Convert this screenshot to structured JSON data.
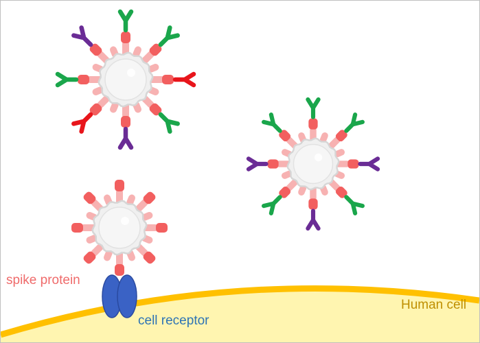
{
  "labels": {
    "spike_protein": "spike protein",
    "cell_receptor": "cell receptor",
    "human_cell": "Human cell"
  },
  "colors": {
    "spike_label": "#ef6b6b",
    "receptor_label": "#2e74b5",
    "human_cell_label": "#bf8f00",
    "cell_fill": "#fff5b0",
    "cell_membrane": "#ffc000",
    "receptor": "#3a62c5",
    "receptor_outline": "#2a4aa0",
    "spike_outer": "#f25f5f",
    "spike_inner": "#f7b2b2",
    "virus_body": "#f0f0f0",
    "virus_outline": "#d6d6d6",
    "antibody_green": "#1aa64b",
    "antibody_purple": "#6a2c95",
    "antibody_red": "#e8151b"
  },
  "viruses": [
    {
      "name": "virus-top-left",
      "antibodies": [
        "green",
        "green",
        "red",
        "green",
        "purple",
        "red",
        "green",
        "purple"
      ]
    },
    {
      "name": "virus-right",
      "antibodies": [
        "green",
        "green",
        "purple",
        "green",
        "purple",
        "green",
        "purple",
        "green"
      ]
    },
    {
      "name": "virus-bound",
      "antibodies": []
    }
  ]
}
